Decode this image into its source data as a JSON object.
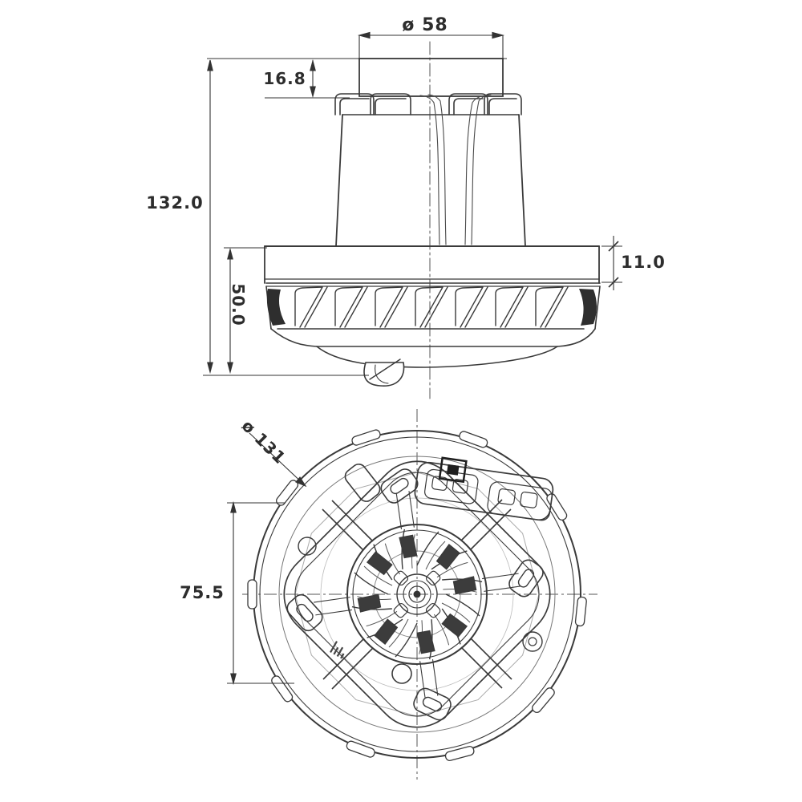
{
  "meta": {
    "type": "technical-drawing",
    "subject": "vacuum cleaner motor dimensional drawing, side elevation and bottom view",
    "line_color": "#3a3a3a",
    "background_color": "#ffffff",
    "units_note": "mm"
  },
  "views": {
    "side_view": {
      "name": "side elevation"
    },
    "bottom_view": {
      "name": "bottom circular view"
    }
  },
  "dimensions": {
    "cap_diameter": "ø 58",
    "cap_height": "16.8",
    "overall_height": "132.0",
    "lower_section_height": "50.0",
    "flange_thickness": "11.0",
    "outer_diameter": "ø 131",
    "mount_offset": "75.5"
  }
}
